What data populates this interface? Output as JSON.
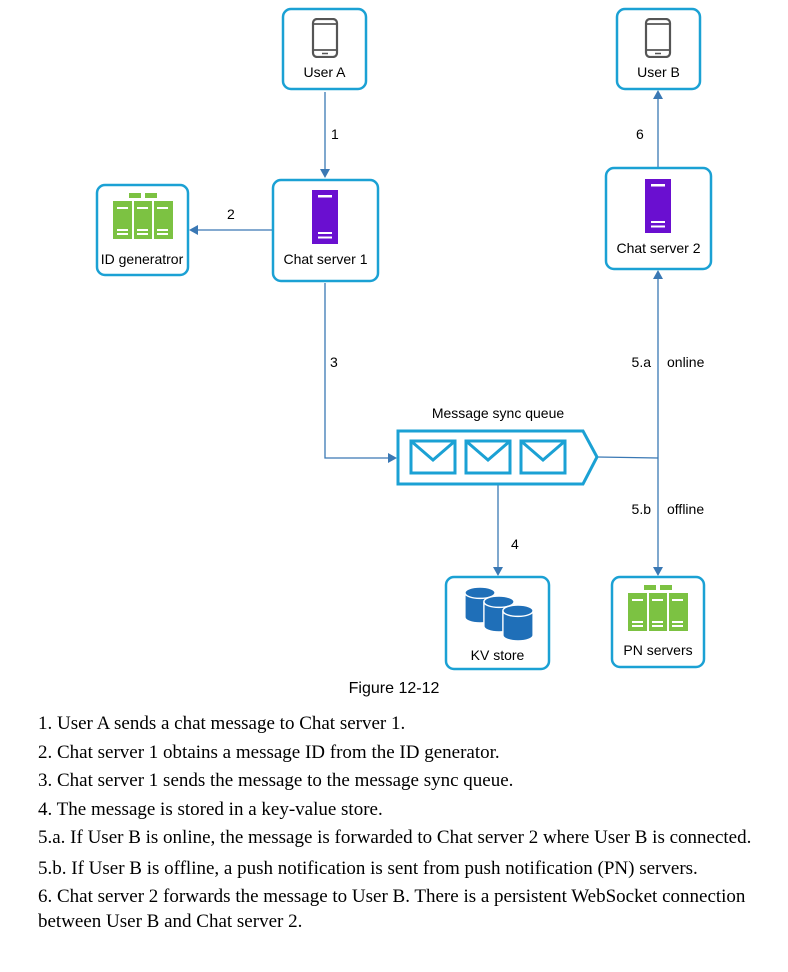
{
  "diagram": {
    "nodes": {
      "user_a": "User A",
      "user_b": "User B",
      "id_generator": "ID generatror",
      "chat_server_1": "Chat server 1",
      "chat_server_2": "Chat server 2",
      "message_sync_queue": "Message sync queue",
      "kv_store": "KV store",
      "pn_servers": "PN servers"
    },
    "edge_labels": {
      "e1": "1",
      "e2": "2",
      "e3": "3",
      "e4": "4",
      "e5a_num": "5.a",
      "e5a_text": "online",
      "e5b_num": "5.b",
      "e5b_text": "offline",
      "e6": "6"
    },
    "colors": {
      "box_border": "#1ba1d4",
      "arrow": "#3a78b4",
      "server_purple": "#6a0fd0",
      "rack_green": "#7cc242",
      "db_blue": "#1f6fb8"
    },
    "icons": {
      "phone": "mobile-phone-icon",
      "server": "server-tower-icon",
      "rack": "server-rack-icon",
      "database": "database-icon",
      "envelope": "envelope-icon"
    }
  },
  "figure": {
    "caption": "Figure 12-12",
    "steps": [
      "1. User A sends a chat message to Chat server 1.",
      "2. Chat server 1 obtains a message ID from the ID generator.",
      "3. Chat server 1 sends the message to the message sync queue.",
      "4. The message is stored in a key-value store.",
      "5.a. If User B is online, the message is forwarded to Chat server 2 where User B is connected.",
      "5.b. If User B is offline, a push notification is sent from push notification (PN) servers.",
      "6. Chat server 2 forwards the message to User B. There is a persistent WebSocket connection between User B and Chat server 2."
    ]
  }
}
